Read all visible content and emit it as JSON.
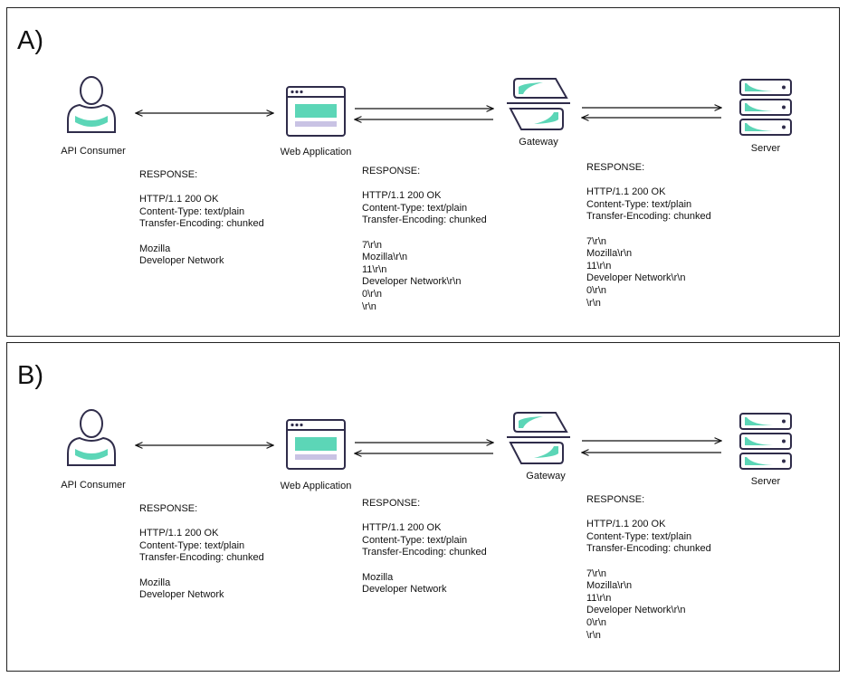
{
  "colors": {
    "accent": "#5cd6b7",
    "outline": "#2f2c4a",
    "lavender": "#c9c3e4",
    "arrow": "#111111"
  },
  "icons": {
    "consumer": "person-icon",
    "webapp": "browser-window-icon",
    "gateway": "gateway-icon",
    "server": "server-stack-icon"
  },
  "panels": [
    {
      "label": "A)",
      "nodes": {
        "consumer": "API Consumer",
        "webapp": "Web Application",
        "gateway": "Gateway",
        "server": "Server"
      },
      "responses": [
        {
          "title": "RESPONSE:",
          "lines": [
            "HTTP/1.1 200 OK",
            "Content-Type: text/plain",
            "Transfer-Encoding: chunked",
            "",
            "Mozilla",
            "Developer Network"
          ]
        },
        {
          "title": "RESPONSE:",
          "lines": [
            "HTTP/1.1 200 OK",
            "Content-Type: text/plain",
            "Transfer-Encoding: chunked",
            "",
            "7\\r\\n",
            "Mozilla\\r\\n",
            "11\\r\\n",
            "Developer Network\\r\\n",
            "0\\r\\n",
            "\\r\\n"
          ]
        },
        {
          "title": "RESPONSE:",
          "lines": [
            "HTTP/1.1 200 OK",
            "Content-Type: text/plain",
            "Transfer-Encoding: chunked",
            "",
            "7\\r\\n",
            "Mozilla\\r\\n",
            "11\\r\\n",
            "Developer Network\\r\\n",
            "0\\r\\n",
            "\\r\\n"
          ]
        }
      ]
    },
    {
      "label": "B)",
      "nodes": {
        "consumer": "API Consumer",
        "webapp": "Web Application",
        "gateway": "Gateway",
        "server": "Server"
      },
      "responses": [
        {
          "title": "RESPONSE:",
          "lines": [
            "HTTP/1.1 200 OK",
            "Content-Type: text/plain",
            "Transfer-Encoding: chunked",
            "",
            "Mozilla",
            "Developer Network"
          ]
        },
        {
          "title": "RESPONSE:",
          "lines": [
            "HTTP/1.1 200 OK",
            "Content-Type: text/plain",
            "Transfer-Encoding: chunked",
            "",
            "Mozilla",
            "Developer Network"
          ]
        },
        {
          "title": "RESPONSE:",
          "lines": [
            "HTTP/1.1 200 OK",
            "Content-Type: text/plain",
            "Transfer-Encoding: chunked",
            "",
            "7\\r\\n",
            "Mozilla\\r\\n",
            "11\\r\\n",
            "Developer Network\\r\\n",
            "0\\r\\n",
            "\\r\\n"
          ]
        }
      ]
    }
  ]
}
